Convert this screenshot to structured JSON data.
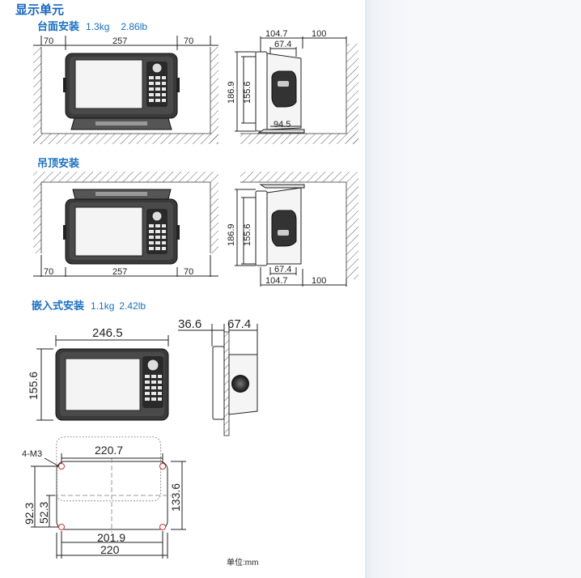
{
  "title": "显示单元",
  "sections": {
    "desk": {
      "label": "台面安装",
      "weight_kg": "1.3kg",
      "weight_lb": "2.86lb"
    },
    "ceiling": {
      "label": "吊顶安装"
    },
    "flush": {
      "label": "嵌入式安装",
      "weight_kg": "1.1kg",
      "weight_lb": "2.42lb"
    }
  },
  "dims": {
    "side_gap": "70",
    "front_width": "257",
    "total_depth": "104.7",
    "bracket_depth": "67.4",
    "clearance": "100",
    "total_height": "186.9",
    "body_height": "155.6",
    "base_depth": "94.5",
    "flush_width": "246.5",
    "flush_height": "155.6",
    "flush_front": "36.6",
    "flush_rear": "67.4",
    "screw": "4-M3",
    "hole_span_top": "220.7",
    "cutout_height": "133.6",
    "hole_span_v": "92.3",
    "half_height": "52.3",
    "cutout_inner": "201.9",
    "cutout_width": "220"
  },
  "unit_note": "单位:mm",
  "colors": {
    "heading": "#1a6fc0",
    "hatch": "#333333",
    "panel": "#f7f8fa"
  }
}
